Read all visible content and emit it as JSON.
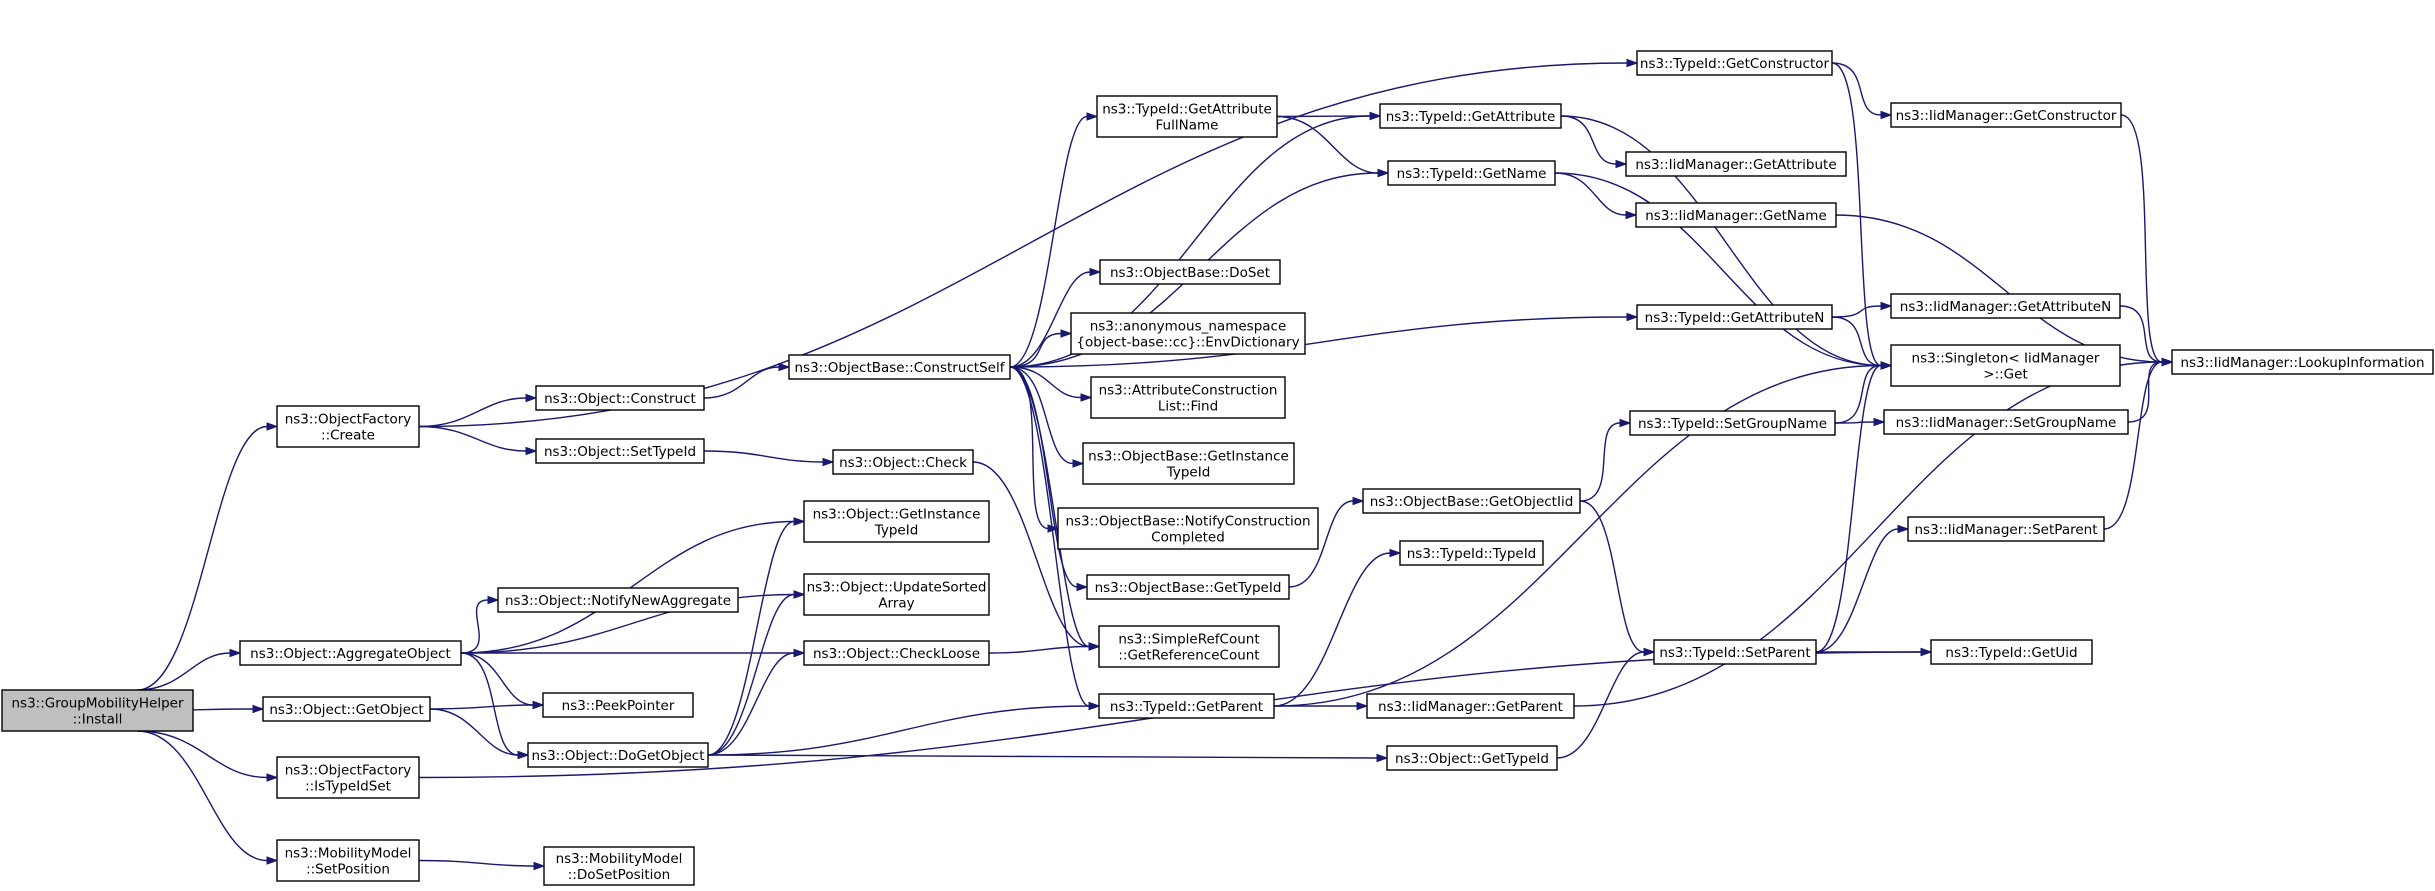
{
  "colors": {
    "edge": "#191970",
    "node_border": "#000000",
    "root_fill": "#bfbfbf",
    "node_fill": "#ffffff"
  },
  "nodes": [
    {
      "id": "root",
      "lines": [
        "ns3::GroupMobilityHelper",
        "::Install"
      ]
    },
    {
      "id": "of_create",
      "lines": [
        "ns3::ObjectFactory",
        "::Create"
      ]
    },
    {
      "id": "obj_aggregate",
      "lines": [
        "ns3::Object::AggregateObject"
      ]
    },
    {
      "id": "obj_getobject",
      "lines": [
        "ns3::Object::GetObject"
      ]
    },
    {
      "id": "of_istypeidset",
      "lines": [
        "ns3::ObjectFactory",
        "::IsTypeIdSet"
      ]
    },
    {
      "id": "mm_setpos",
      "lines": [
        "ns3::MobilityModel",
        "::SetPosition"
      ]
    },
    {
      "id": "obj_construct",
      "lines": [
        "ns3::Object::Construct"
      ]
    },
    {
      "id": "obj_settypeid",
      "lines": [
        "ns3::Object::SetTypeId"
      ]
    },
    {
      "id": "obj_getinst",
      "lines": [
        "ns3::Object::GetInstance",
        "TypeId"
      ]
    },
    {
      "id": "obj_notifynew",
      "lines": [
        "ns3::Object::NotifyNewAggregate"
      ]
    },
    {
      "id": "obj_updsorted",
      "lines": [
        "ns3::Object::UpdateSorted",
        "Array"
      ]
    },
    {
      "id": "obj_checkloose",
      "lines": [
        "ns3::Object::CheckLoose"
      ]
    },
    {
      "id": "peekpointer",
      "lines": [
        "ns3::PeekPointer"
      ]
    },
    {
      "id": "obj_dogetobject",
      "lines": [
        "ns3::Object::DoGetObject"
      ]
    },
    {
      "id": "mm_dosetpos",
      "lines": [
        "ns3::MobilityModel",
        "::DoSetPosition"
      ]
    },
    {
      "id": "ob_constructself",
      "lines": [
        "ns3::ObjectBase::ConstructSelf"
      ]
    },
    {
      "id": "obj_check",
      "lines": [
        "ns3::Object::Check"
      ]
    },
    {
      "id": "tid_getattrfull",
      "lines": [
        "ns3::TypeId::GetAttribute",
        "FullName"
      ]
    },
    {
      "id": "ob_doset",
      "lines": [
        "ns3::ObjectBase::DoSet"
      ]
    },
    {
      "id": "anon_envdict",
      "lines": [
        "ns3::anonymous_namespace",
        "{object-base::cc}::EnvDictionary"
      ]
    },
    {
      "id": "acl_find",
      "lines": [
        "ns3::AttributeConstruction",
        "List::Find"
      ]
    },
    {
      "id": "ob_getinst",
      "lines": [
        "ns3::ObjectBase::GetInstance",
        "TypeId"
      ]
    },
    {
      "id": "ob_notifycc",
      "lines": [
        "ns3::ObjectBase::NotifyConstruction",
        "Completed"
      ]
    },
    {
      "id": "ob_gettypeid",
      "lines": [
        "ns3::ObjectBase::GetTypeId"
      ]
    },
    {
      "id": "src_getrefcount",
      "lines": [
        "ns3::SimpleRefCount",
        "::GetReferenceCount"
      ]
    },
    {
      "id": "tid_getparent",
      "lines": [
        "ns3::TypeId::GetParent"
      ]
    },
    {
      "id": "tid_getctor",
      "lines": [
        "ns3::TypeId::GetConstructor"
      ]
    },
    {
      "id": "tid_getattr",
      "lines": [
        "ns3::TypeId::GetAttribute"
      ]
    },
    {
      "id": "tid_getname",
      "lines": [
        "ns3::TypeId::GetName"
      ]
    },
    {
      "id": "tid_getattrn",
      "lines": [
        "ns3::TypeId::GetAttributeN"
      ]
    },
    {
      "id": "tid_setgroupname",
      "lines": [
        "ns3::TypeId::SetGroupName"
      ]
    },
    {
      "id": "ob_getobjectiid",
      "lines": [
        "ns3::ObjectBase::GetObjectIid"
      ]
    },
    {
      "id": "tid_typeid",
      "lines": [
        "ns3::TypeId::TypeId"
      ]
    },
    {
      "id": "iid_getparent",
      "lines": [
        "ns3::IidManager::GetParent"
      ]
    },
    {
      "id": "obj_gettypeid",
      "lines": [
        "ns3::Object::GetTypeId"
      ]
    },
    {
      "id": "iid_getctor",
      "lines": [
        "ns3::IidManager::GetConstructor"
      ]
    },
    {
      "id": "iid_getattr",
      "lines": [
        "ns3::IidManager::GetAttribute"
      ]
    },
    {
      "id": "iid_getname",
      "lines": [
        "ns3::IidManager::GetName"
      ]
    },
    {
      "id": "iid_getattrn",
      "lines": [
        "ns3::IidManager::GetAttributeN"
      ]
    },
    {
      "id": "singleton_get",
      "lines": [
        "ns3::Singleton< IidManager",
        ">::Get"
      ]
    },
    {
      "id": "iid_setgroupname",
      "lines": [
        "ns3::IidManager::SetGroupName"
      ]
    },
    {
      "id": "iid_setparent",
      "lines": [
        "ns3::IidManager::SetParent"
      ]
    },
    {
      "id": "tid_setparent",
      "lines": [
        "ns3::TypeId::SetParent"
      ]
    },
    {
      "id": "tid_getuid",
      "lines": [
        "ns3::TypeId::GetUid"
      ]
    },
    {
      "id": "iid_lookup",
      "lines": [
        "ns3::IidManager::LookupInformation"
      ]
    }
  ],
  "edges": [
    [
      "root",
      "of_create"
    ],
    [
      "root",
      "obj_aggregate"
    ],
    [
      "root",
      "obj_getobject"
    ],
    [
      "root",
      "of_istypeidset"
    ],
    [
      "root",
      "mm_setpos"
    ],
    [
      "of_create",
      "tid_getctor"
    ],
    [
      "of_create",
      "obj_construct"
    ],
    [
      "of_create",
      "obj_settypeid"
    ],
    [
      "obj_aggregate",
      "obj_getinst"
    ],
    [
      "obj_aggregate",
      "obj_updsorted"
    ],
    [
      "obj_aggregate",
      "obj_notifynew"
    ],
    [
      "obj_aggregate",
      "obj_checkloose"
    ],
    [
      "obj_aggregate",
      "peekpointer"
    ],
    [
      "obj_aggregate",
      "obj_dogetobject"
    ],
    [
      "obj_getobject",
      "peekpointer"
    ],
    [
      "obj_getobject",
      "obj_dogetobject"
    ],
    [
      "of_istypeidset",
      "tid_getuid"
    ],
    [
      "mm_setpos",
      "mm_dosetpos"
    ],
    [
      "obj_construct",
      "ob_constructself"
    ],
    [
      "obj_settypeid",
      "obj_check"
    ],
    [
      "obj_check",
      "src_getrefcount"
    ],
    [
      "obj_dogetobject",
      "obj_getinst"
    ],
    [
      "obj_dogetobject",
      "obj_updsorted"
    ],
    [
      "obj_dogetobject",
      "obj_checkloose"
    ],
    [
      "obj_dogetobject",
      "tid_getparent"
    ],
    [
      "obj_dogetobject",
      "obj_gettypeid"
    ],
    [
      "obj_checkloose",
      "src_getrefcount"
    ],
    [
      "ob_constructself",
      "tid_getattr"
    ],
    [
      "ob_constructself",
      "tid_getattrfull"
    ],
    [
      "ob_constructself",
      "tid_getname"
    ],
    [
      "ob_constructself",
      "ob_doset"
    ],
    [
      "ob_constructself",
      "tid_getattrn"
    ],
    [
      "ob_constructself",
      "anon_envdict"
    ],
    [
      "ob_constructself",
      "acl_find"
    ],
    [
      "ob_constructself",
      "ob_getinst"
    ],
    [
      "ob_constructself",
      "ob_notifycc"
    ],
    [
      "ob_constructself",
      "ob_gettypeid"
    ],
    [
      "ob_constructself",
      "src_getrefcount"
    ],
    [
      "ob_constructself",
      "tid_getparent"
    ],
    [
      "tid_getattrfull",
      "tid_getattr"
    ],
    [
      "tid_getattrfull",
      "tid_getname"
    ],
    [
      "tid_getctor",
      "iid_getctor"
    ],
    [
      "tid_getctor",
      "singleton_get"
    ],
    [
      "tid_getattr",
      "iid_getattr"
    ],
    [
      "tid_getattr",
      "singleton_get"
    ],
    [
      "tid_getname",
      "iid_getname"
    ],
    [
      "tid_getname",
      "singleton_get"
    ],
    [
      "tid_getattrn",
      "iid_getattrn"
    ],
    [
      "tid_getattrn",
      "singleton_get"
    ],
    [
      "ob_gettypeid",
      "ob_getobjectiid"
    ],
    [
      "ob_getobjectiid",
      "tid_setgroupname"
    ],
    [
      "ob_getobjectiid",
      "tid_setparent"
    ],
    [
      "tid_setgroupname",
      "iid_setgroupname"
    ],
    [
      "tid_setgroupname",
      "singleton_get"
    ],
    [
      "tid_getparent",
      "tid_typeid"
    ],
    [
      "tid_getparent",
      "iid_getparent"
    ],
    [
      "tid_getparent",
      "singleton_get"
    ],
    [
      "obj_gettypeid",
      "tid_setparent"
    ],
    [
      "tid_setparent",
      "iid_setparent"
    ],
    [
      "tid_setparent",
      "tid_getuid"
    ],
    [
      "tid_setparent",
      "singleton_get"
    ],
    [
      "iid_getctor",
      "iid_lookup"
    ],
    [
      "iid_getname",
      "iid_lookup"
    ],
    [
      "iid_getattrn",
      "iid_lookup"
    ],
    [
      "iid_setgroupname",
      "iid_lookup"
    ],
    [
      "iid_setparent",
      "iid_lookup"
    ],
    [
      "iid_getparent",
      "iid_lookup"
    ]
  ]
}
